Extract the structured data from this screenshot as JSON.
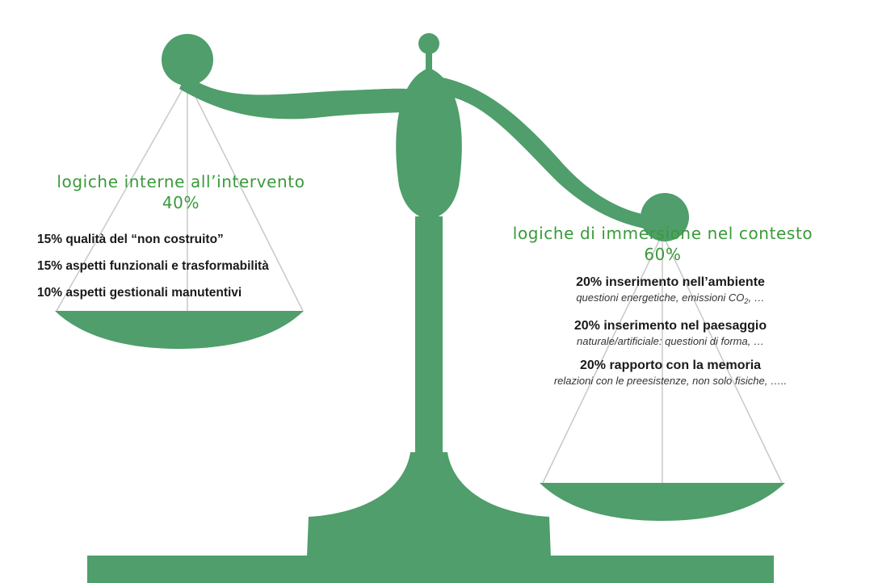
{
  "colors": {
    "scale": "#4f9e6b",
    "title": "#3a9a3a",
    "strings": "#c8c8c8"
  },
  "left_pan": {
    "title_line1": "logiche interne all’intervento",
    "title_line2": "40%",
    "items": [
      {
        "text": "15%  qualità del “non costruito”"
      },
      {
        "text": "15% aspetti funzionali e trasformabilità"
      },
      {
        "text": "10%  aspetti gestionali manutentivi"
      }
    ]
  },
  "right_pan": {
    "title_line1": "logiche di immersione nel contesto",
    "title_line2": "60%",
    "items": [
      {
        "label": "20%  inserimento nell’ambiente",
        "desc_before": "questioni energetiche, emissioni CO",
        "desc_sub": "2",
        "desc_after": ", …"
      },
      {
        "label": "20%  inserimento nel paesaggio",
        "desc": "naturale/artificiale: questioni di forma, …"
      },
      {
        "label": "20%  rapporto con la memoria",
        "desc": "relazioni con le preesistenze, non solo fisiche, ….."
      }
    ]
  }
}
